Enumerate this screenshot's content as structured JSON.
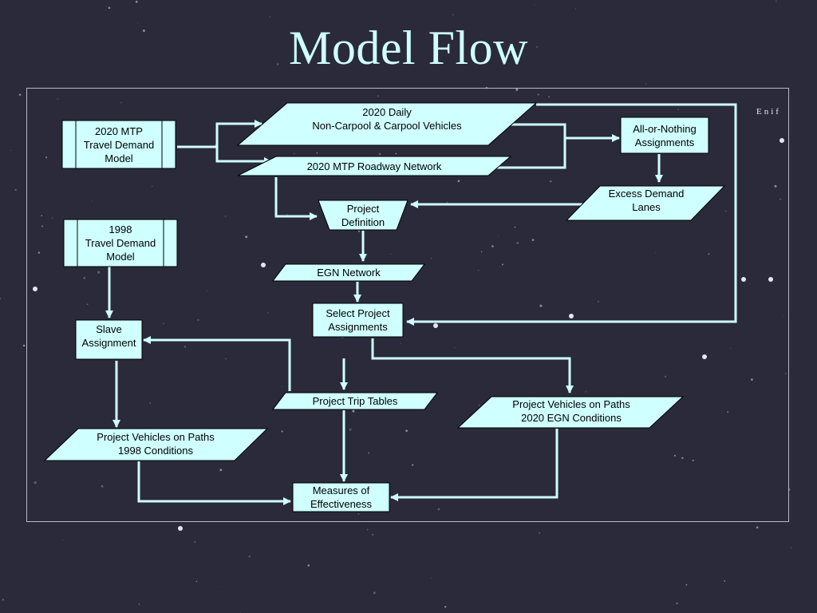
{
  "title": "Model Flow",
  "star_label": "Enif",
  "nodes": {
    "mtp_model": "2020 MTP\nTravel Demand\nModel",
    "daily_vehicles": "2020 Daily\nNon-Carpool & Carpool Vehicles",
    "roadway_network": "2020 MTP Roadway Network",
    "aon_assignments": "All-or-Nothing\nAssignments",
    "excess_demand": "Excess Demand\nLanes",
    "project_definition": "Project\nDefinition",
    "model_1998": "1998\nTravel Demand\nModel",
    "egn_network": "EGN Network",
    "select_project": "Select Project\nAssignments",
    "slave_assignment": "Slave\nAssignment",
    "trip_tables": "Project Trip Tables",
    "paths_2020": "Project Vehicles on Paths\n2020 EGN Conditions",
    "paths_1998": "Project Vehicles on Paths\n1998 Conditions",
    "moe": "Measures of\nEffectiveness"
  },
  "colors": {
    "box_fill": "#cfffff",
    "arrow": "#cfffff",
    "title": "#cfffff",
    "frame": "#b9b9c2",
    "background": "#2a2a3a"
  }
}
